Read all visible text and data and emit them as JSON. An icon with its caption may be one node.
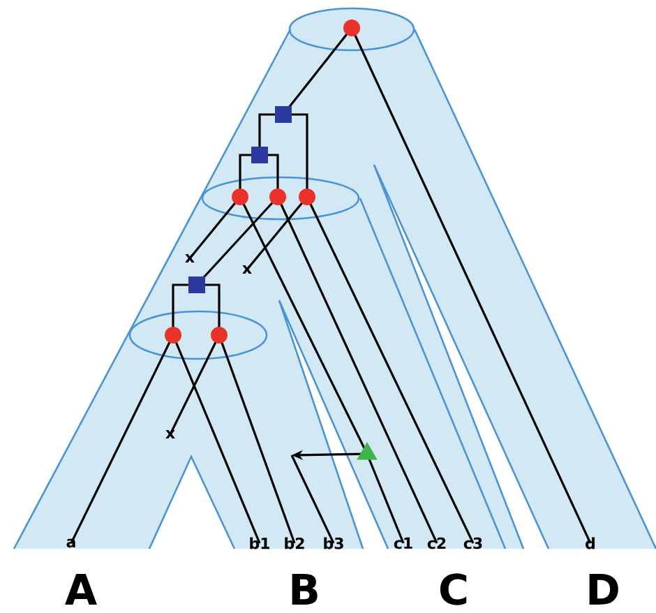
{
  "diagram": {
    "nodes": [
      {
        "text": [],
        "shape": "circle"
      },
      {
        "text": [],
        "shape": "box"
      },
      {
        "text": [],
        "shape": "box"
      },
      {
        "text": [],
        "shape": "circle"
      },
      {
        "text": [],
        "shape": "circle"
      },
      {
        "text": [],
        "shape": "circle"
      },
      {
        "text": [
          "x"
        ]
      },
      {
        "text": [
          "x"
        ]
      },
      {
        "text": [],
        "shape": "box"
      },
      {
        "text": [],
        "shape": "circle"
      },
      {
        "text": [],
        "shape": "circle"
      },
      {
        "text": [
          "x"
        ]
      },
      {
        "text": [],
        "shape": "triangle"
      },
      {
        "text": [
          "a"
        ]
      },
      {
        "text": [
          "b1"
        ]
      },
      {
        "text": [
          "b2"
        ]
      },
      {
        "text": [
          "b3"
        ]
      },
      {
        "text": [
          "c1"
        ]
      },
      {
        "text": [
          "c2"
        ]
      },
      {
        "text": [
          "c3"
        ]
      },
      {
        "text": [
          "d"
        ]
      }
    ],
    "edges": [
      {
        "from": 0,
        "to": 1,
        "arrow": "none"
      },
      {
        "from": 0,
        "to": 20,
        "arrow": "none"
      },
      {
        "from": 1,
        "to": 2,
        "arrow": "none"
      },
      {
        "from": 1,
        "to": 5,
        "arrow": "none"
      },
      {
        "from": 2,
        "to": 3,
        "arrow": "none"
      },
      {
        "from": 2,
        "to": 4,
        "arrow": "none"
      },
      {
        "from": 3,
        "to": 6,
        "arrow": "none"
      },
      {
        "from": 3,
        "to": 12,
        "arrow": "none"
      },
      {
        "from": 12,
        "to": 17,
        "arrow": "none"
      },
      {
        "from": 4,
        "to": 8,
        "arrow": "none"
      },
      {
        "from": 4,
        "to": 18,
        "arrow": "none"
      },
      {
        "from": 5,
        "to": 7,
        "arrow": "none"
      },
      {
        "from": 5,
        "to": 19,
        "arrow": "none"
      },
      {
        "from": 8,
        "to": 9,
        "arrow": "none"
      },
      {
        "from": 8,
        "to": 10,
        "arrow": "none"
      },
      {
        "from": 9,
        "to": 13,
        "arrow": "none"
      },
      {
        "from": 9,
        "to": 14,
        "arrow": "none"
      },
      {
        "from": 10,
        "to": 11,
        "arrow": "none"
      },
      {
        "from": 10,
        "to": 15,
        "arrow": "none"
      },
      {
        "from": 12,
        "to": null,
        "arrow": "to"
      },
      {
        "from": null,
        "to": 16,
        "arrow": "none"
      }
    ],
    "labels": [
      "A",
      "B",
      "C",
      "D"
    ]
  }
}
